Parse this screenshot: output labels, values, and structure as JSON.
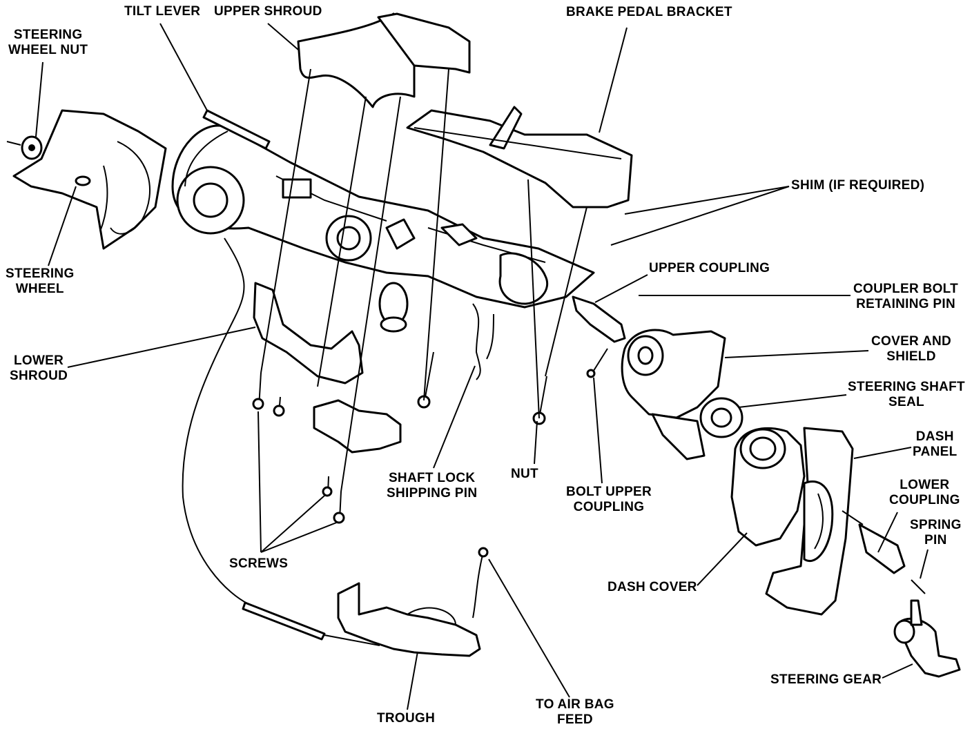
{
  "diagram": {
    "labels": {
      "steering_wheel_nut": [
        "STEERING",
        "WHEEL NUT"
      ],
      "tilt_lever": [
        "TILT LEVER"
      ],
      "upper_shroud": [
        "UPPER SHROUD"
      ],
      "brake_pedal_bracket": [
        "BRAKE PEDAL BRACKET"
      ],
      "shim": [
        "SHIM (IF REQUIRED)"
      ],
      "steering_wheel": [
        "STEERING",
        "WHEEL"
      ],
      "upper_coupling": [
        "UPPER COUPLING"
      ],
      "coupler_bolt_retaining_pin": [
        "COUPLER BOLT",
        "RETAINING PIN"
      ],
      "cover_and_shield": [
        "COVER AND",
        "SHIELD"
      ],
      "lower_shroud": [
        "LOWER",
        "SHROUD"
      ],
      "steering_shaft_seal": [
        "STEERING SHAFT",
        "SEAL"
      ],
      "dash_panel": [
        "DASH",
        "PANEL"
      ],
      "shaft_lock_shipping_pin": [
        "SHAFT LOCK",
        "SHIPPING PIN"
      ],
      "nut": [
        "NUT"
      ],
      "bolt_upper_coupling": [
        "BOLT UPPER",
        "COUPLING"
      ],
      "lower_coupling": [
        "LOWER",
        "COUPLING"
      ],
      "spring_pin": [
        "SPRING",
        "PIN"
      ],
      "screws": [
        "SCREWS"
      ],
      "dash_cover": [
        "DASH COVER"
      ],
      "steering_gear": [
        "STEERING GEAR"
      ],
      "to_air_bag_feed": [
        "TO AIR BAG",
        "FEED"
      ],
      "trough": [
        "TROUGH"
      ]
    }
  }
}
